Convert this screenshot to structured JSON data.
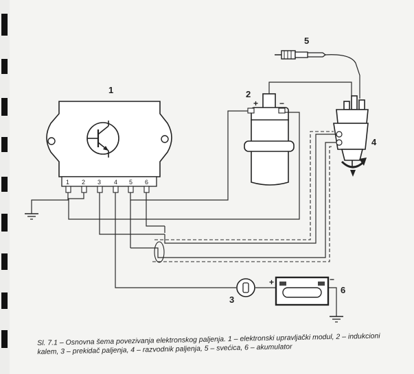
{
  "labels": {
    "module": "1",
    "coil": "2",
    "switch": "3",
    "distributor": "4",
    "spark_plug": "5",
    "battery": "6"
  },
  "terminals": [
    "1",
    "2",
    "3",
    "4",
    "5",
    "6"
  ],
  "polarity": {
    "coil_plus": "+",
    "coil_minus": "−",
    "battery_plus": "+",
    "battery_minus": "−"
  },
  "caption": "Sl. 7.1 – Osnovna šema povezivanja elektronskog paljenja. 1 – elektronski upravljački modul, 2 – indukcioni kalem, 3 – prekidač paljenja, 4 – razvodnik paljenja, 5 – svećica, 6 – akumulator"
}
